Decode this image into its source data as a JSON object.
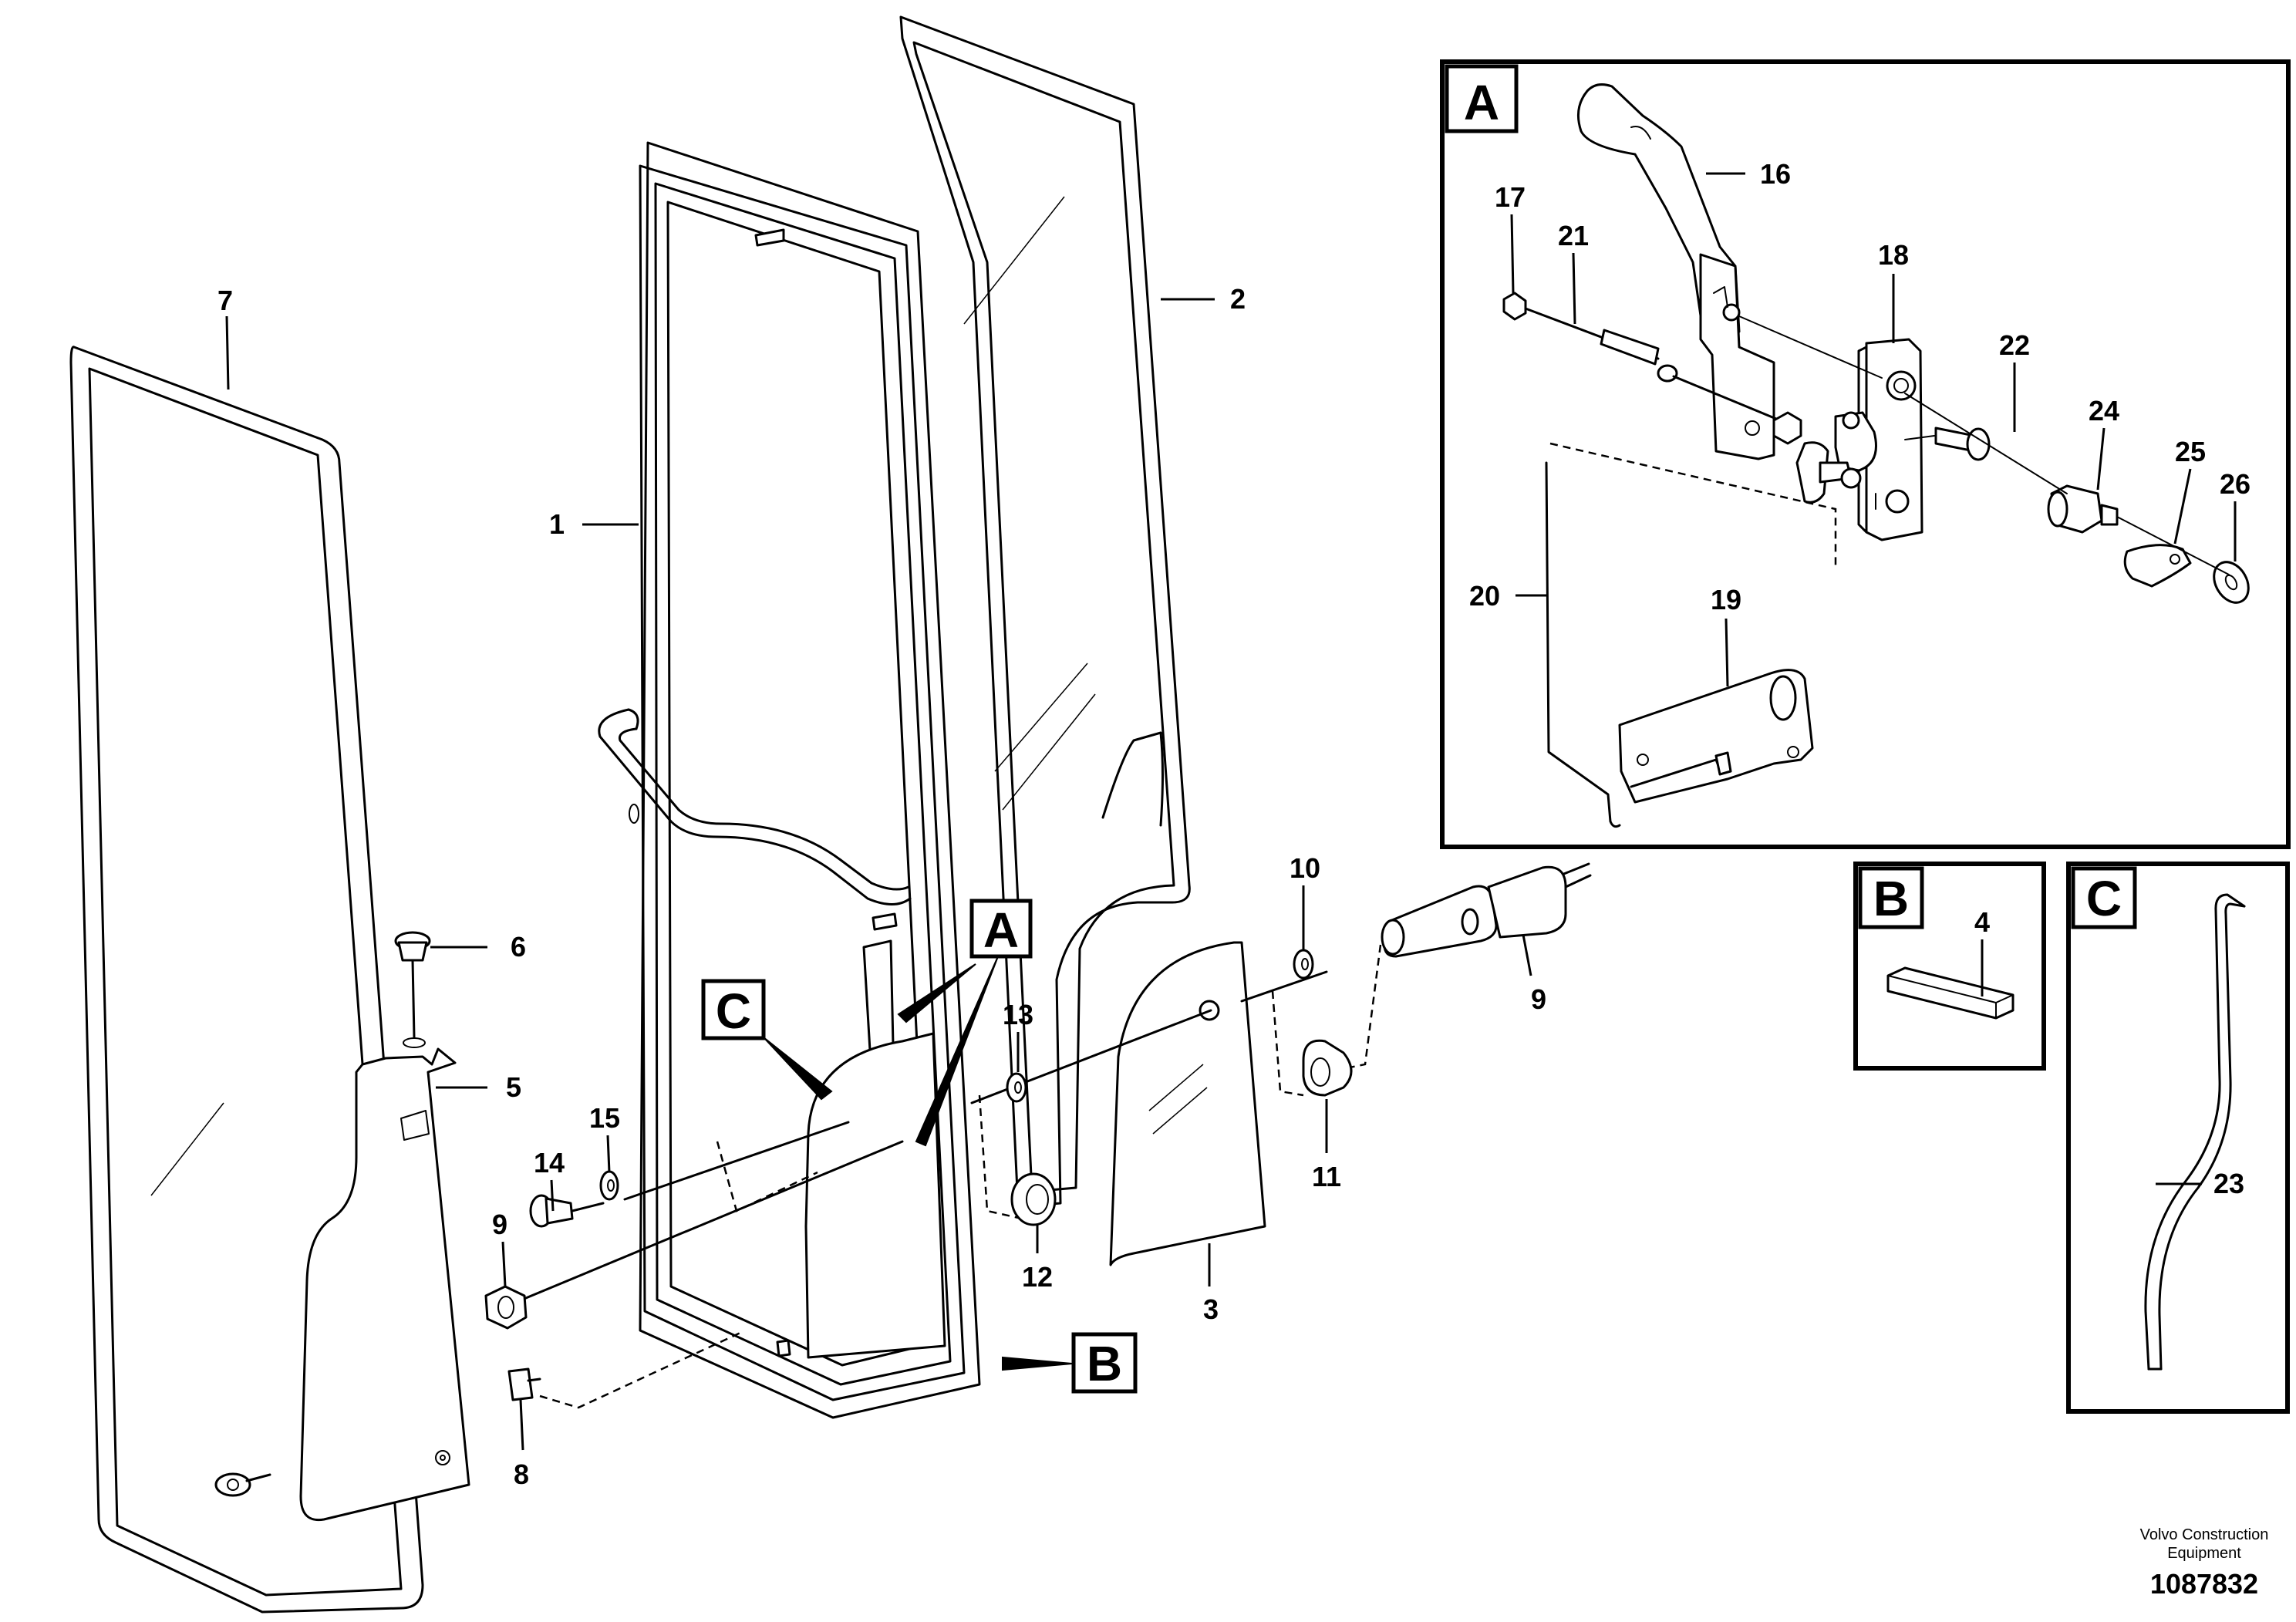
{
  "callouts": [
    {
      "id": "c1",
      "label": "1"
    },
    {
      "id": "c2",
      "label": "2"
    },
    {
      "id": "c3",
      "label": "3"
    },
    {
      "id": "c5",
      "label": "5"
    },
    {
      "id": "c6",
      "label": "6"
    },
    {
      "id": "c7",
      "label": "7"
    },
    {
      "id": "c8",
      "label": "8"
    },
    {
      "id": "c9a",
      "label": "9"
    },
    {
      "id": "c9b",
      "label": "9"
    },
    {
      "id": "c10",
      "label": "10"
    },
    {
      "id": "c11",
      "label": "11"
    },
    {
      "id": "c12",
      "label": "12"
    },
    {
      "id": "c13",
      "label": "13"
    },
    {
      "id": "c14",
      "label": "14"
    },
    {
      "id": "c15",
      "label": "15"
    }
  ],
  "detail_a": {
    "letter": "A",
    "callouts": [
      {
        "id": "c16",
        "label": "16"
      },
      {
        "id": "c17",
        "label": "17"
      },
      {
        "id": "c18",
        "label": "18"
      },
      {
        "id": "c19",
        "label": "19"
      },
      {
        "id": "c20",
        "label": "20"
      },
      {
        "id": "c21",
        "label": "21"
      },
      {
        "id": "c22",
        "label": "22"
      },
      {
        "id": "c24",
        "label": "24"
      },
      {
        "id": "c25",
        "label": "25"
      },
      {
        "id": "c26",
        "label": "26"
      }
    ]
  },
  "detail_b": {
    "letter": "B",
    "callouts": [
      {
        "id": "c4",
        "label": "4"
      }
    ]
  },
  "detail_c": {
    "letter": "C",
    "callouts": [
      {
        "id": "c23",
        "label": "23"
      }
    ]
  },
  "pointer_tags": {
    "a": "A",
    "b": "B",
    "c": "C"
  },
  "footer": {
    "company_line1": "Volvo Construction",
    "company_line2": "Equipment",
    "drawing_number": "1087832"
  }
}
